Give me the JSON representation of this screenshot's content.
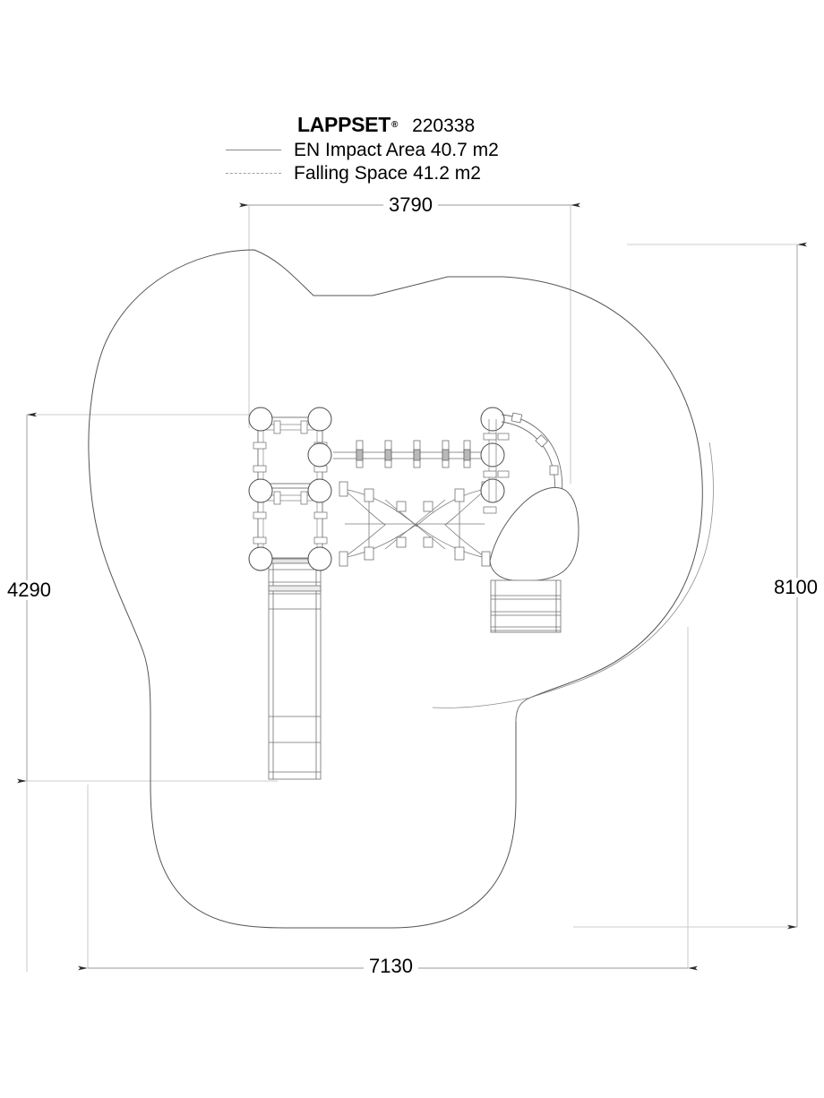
{
  "document": {
    "type": "playground-equipment-plan",
    "brand": "LAPPSET",
    "brand_registered_mark": "®",
    "article_number": "220338"
  },
  "legend": {
    "items": [
      {
        "style": "solid",
        "label": "EN Impact Area 40.7 m2"
      },
      {
        "style": "dashed",
        "label": "Falling Space 41.2 m2"
      }
    ]
  },
  "dimensions": {
    "top": {
      "value": "3790",
      "unit": "mm",
      "orientation": "horizontal"
    },
    "left": {
      "value": "4290",
      "unit": "mm",
      "orientation": "vertical"
    },
    "right": {
      "value": "8100",
      "unit": "mm",
      "orientation": "vertical"
    },
    "bottom": {
      "value": "7130",
      "unit": "mm",
      "orientation": "horizontal"
    }
  },
  "areas": {
    "impact_area_m2": "40.7",
    "falling_space_m2": "41.2"
  },
  "colors": {
    "line": "#3d3d3d",
    "thin_line": "#8a8a8a",
    "dim_line": "#9a9a9a",
    "text": "#000000",
    "background": "#ffffff",
    "equipment_fill": "#ffffff",
    "equipment_shade": "#d9d9d9"
  }
}
